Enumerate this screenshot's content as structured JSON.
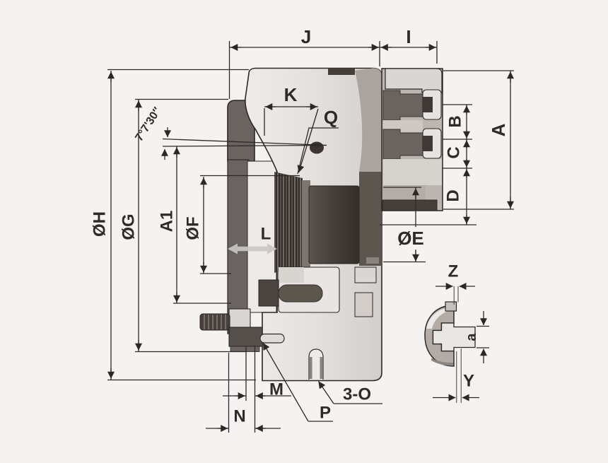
{
  "diagram": {
    "title": "three-jaw-chuck-cross-section-dimension-drawing",
    "background_color": "#f4f3f2",
    "line_color": "#2d2825",
    "part_colors": {
      "body_light": "#e6e3e0",
      "mid_gray": "#b8b1ac",
      "dark_gray": "#6b6360",
      "core_dark": "#4e4743",
      "guide_strip": "#453f3b"
    },
    "labels": {
      "top": {
        "j": "J",
        "i": "I"
      },
      "face": {
        "k": "K",
        "q": "Q",
        "l": "L"
      },
      "left": {
        "dia_h": "ØH",
        "dia_g": "ØG",
        "a1": "A1",
        "dia_f": "ØF",
        "taper_angle": "7°7'30″"
      },
      "right": {
        "a": "A",
        "b": "B",
        "c": "C",
        "d": "D",
        "dia_e": "ØE"
      },
      "bottom": {
        "m": "M",
        "n": "N",
        "p": "P",
        "holes": "3-O"
      },
      "detail": {
        "z": "Z",
        "a_small": "a",
        "y": "Y"
      }
    }
  }
}
